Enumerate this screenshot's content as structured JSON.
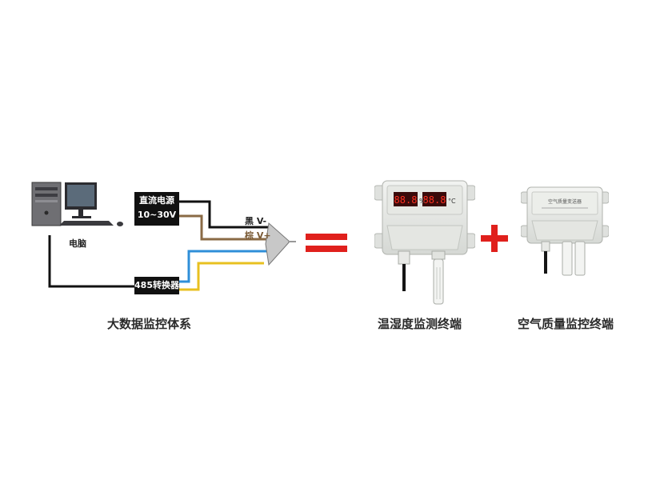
{
  "diagram": {
    "computer_label": "电脑",
    "power_supply": {
      "line1": "直流电源",
      "line2": "10~30V"
    },
    "converter_label": "485转换器",
    "wire_black_label": "黑 V-",
    "wire_brown_label": "棕 V+",
    "operator_equals": "=",
    "operator_plus": "+",
    "caption_system": "大数据监控体系",
    "caption_temp_humidity": "温湿度监测终端",
    "caption_air_quality": "空气质量监控终端",
    "th_display": {
      "humidity_unit": "%",
      "temp_unit": "°C"
    },
    "aq_device_text": "空气质量变送器"
  },
  "colors": {
    "wire_black": "#111111",
    "wire_brown": "#8a6a45",
    "wire_blue": "#2f8fd8",
    "wire_yellow": "#e8c020",
    "operator_red": "#e0201c",
    "device_body": "#e9ebe8",
    "led_red": "#c00000"
  }
}
